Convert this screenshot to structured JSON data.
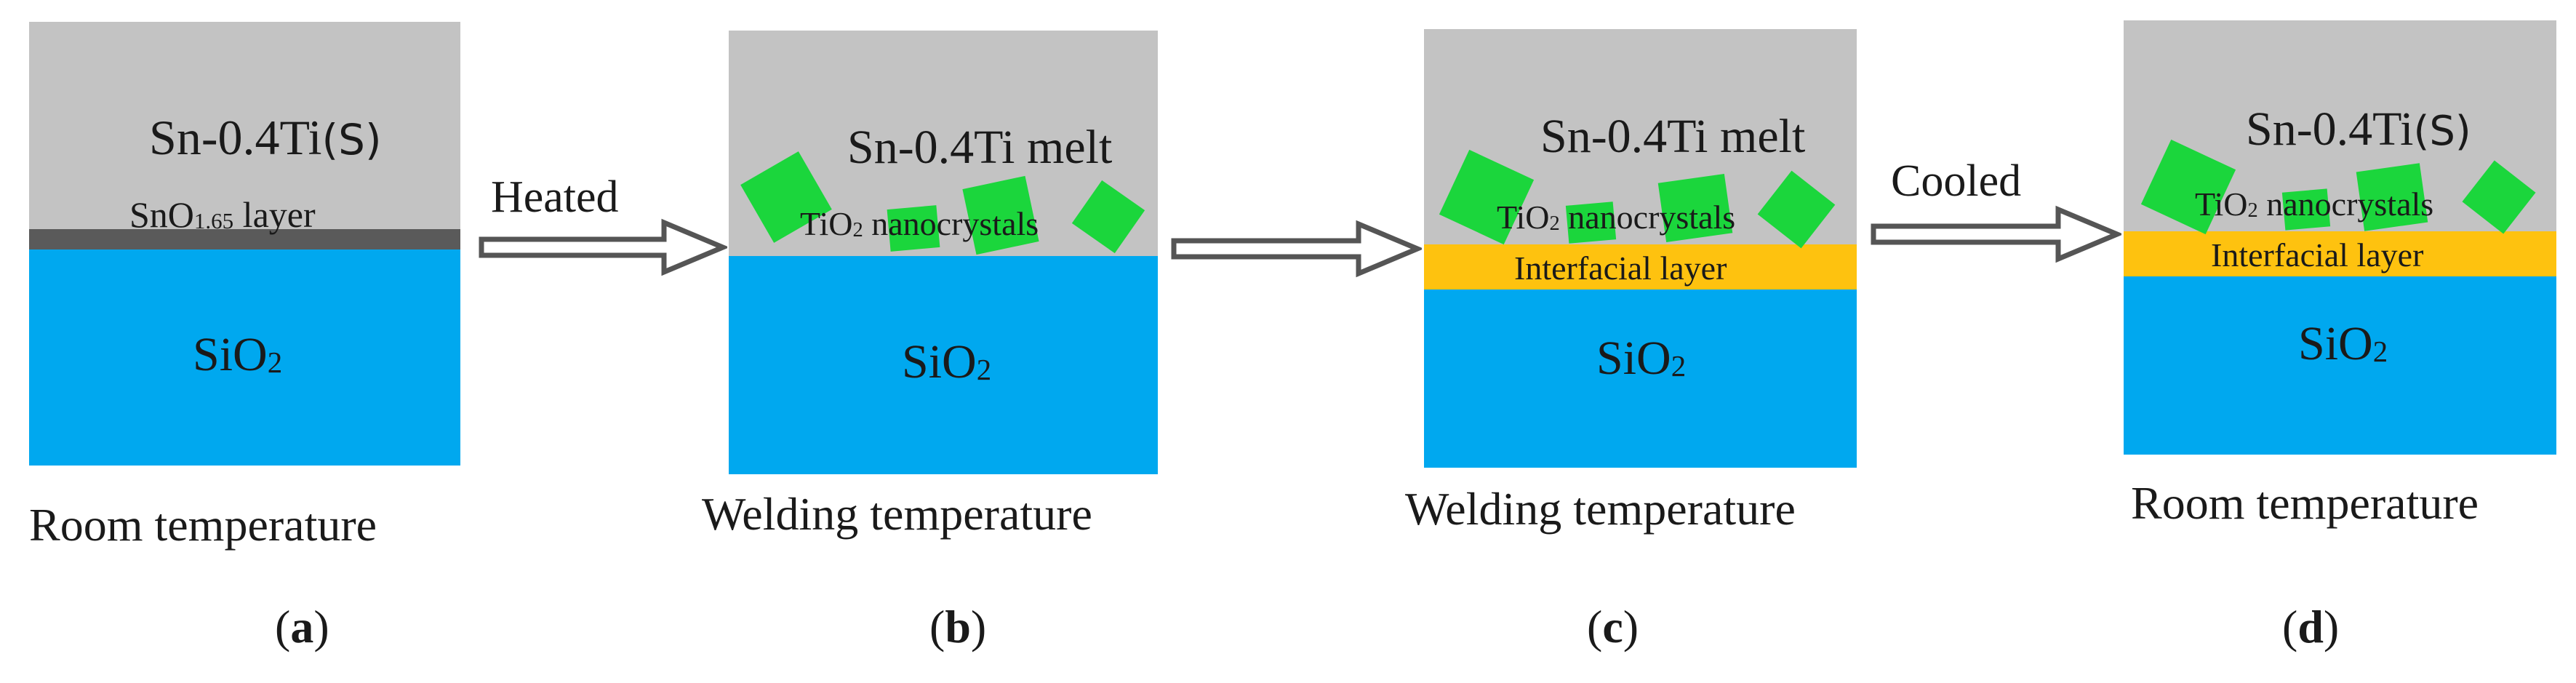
{
  "panels": [
    {
      "id": "a",
      "top_label": "Sn-0.4Ti",
      "top_suffix": "(S)",
      "oxide_label_base": "SnO",
      "oxide_label_sub": "1.65",
      "oxide_label_rest": " layer",
      "substrate_base": "SiO",
      "substrate_sub": "2",
      "caption": "Room temperature",
      "letter": "a"
    },
    {
      "id": "b",
      "top_label": "Sn-0.4Ti melt",
      "crystals_base": "TiO",
      "crystals_sub": "2",
      "crystals_rest": " nanocrystals",
      "substrate_base": "SiO",
      "substrate_sub": "2",
      "caption": "Welding temperature",
      "letter": "b"
    },
    {
      "id": "c",
      "top_label": "Sn-0.4Ti melt",
      "crystals_base": "TiO",
      "crystals_sub": "2",
      "crystals_rest": " nanocrystals",
      "interfacial_label": "Interfacial layer",
      "substrate_base": "SiO",
      "substrate_sub": "2",
      "caption": "Welding temperature",
      "letter": "c"
    },
    {
      "id": "d",
      "top_label": "Sn-0.4Ti",
      "top_suffix": "(S)",
      "crystals_base": "TiO",
      "crystals_sub": "2",
      "crystals_rest": " nanocrystals",
      "interfacial_label": "Interfacial layer",
      "substrate_base": "SiO",
      "substrate_sub": "2",
      "caption": "Room temperature",
      "letter": "d"
    }
  ],
  "arrows": [
    {
      "label": "Heated"
    },
    {
      "label": ""
    },
    {
      "label": "Cooled"
    }
  ],
  "colors": {
    "solder": "#c3c3c3",
    "oxide_layer": "#5a5a5a",
    "substrate": "#00a8ef",
    "interfacial": "#fec20f",
    "nanocrystal": "#1bd63c"
  }
}
